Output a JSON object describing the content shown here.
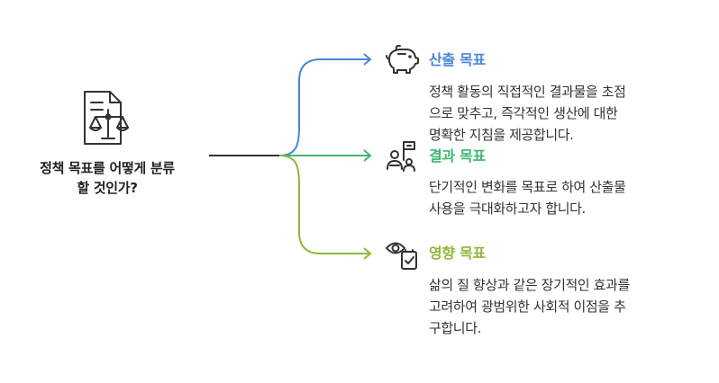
{
  "root": {
    "title_line1": "정책 목표를 어떻게 분류",
    "title_line2": "할 것인가?",
    "icon": "document-scale-icon"
  },
  "branches": [
    {
      "title": "산출 목표",
      "description": "정책 활동의 직접적인 결과물을 초점\n으로 맞추고, 즉각적인 생산에 대한\n명확한 지침을 제공합니다.",
      "color": "#4A86D8",
      "icon": "piggy-bank-icon"
    },
    {
      "title": "결과 목표",
      "description": "단기적인 변화를 목표로 하여 산출물\n사용을 극대화하고자 합니다.",
      "color": "#3DB86E",
      "icon": "people-flag-icon"
    },
    {
      "title": "영향 목표",
      "description": "삶의 질 향상과 같은 장기적인 효과를\n고려하여 광범위한 사회적 이점을 추\n구합니다.",
      "color": "#8DB83A",
      "icon": "eye-checklist-icon"
    }
  ],
  "colors": {
    "trunk": "#333333",
    "icon_stroke": "#333333"
  }
}
